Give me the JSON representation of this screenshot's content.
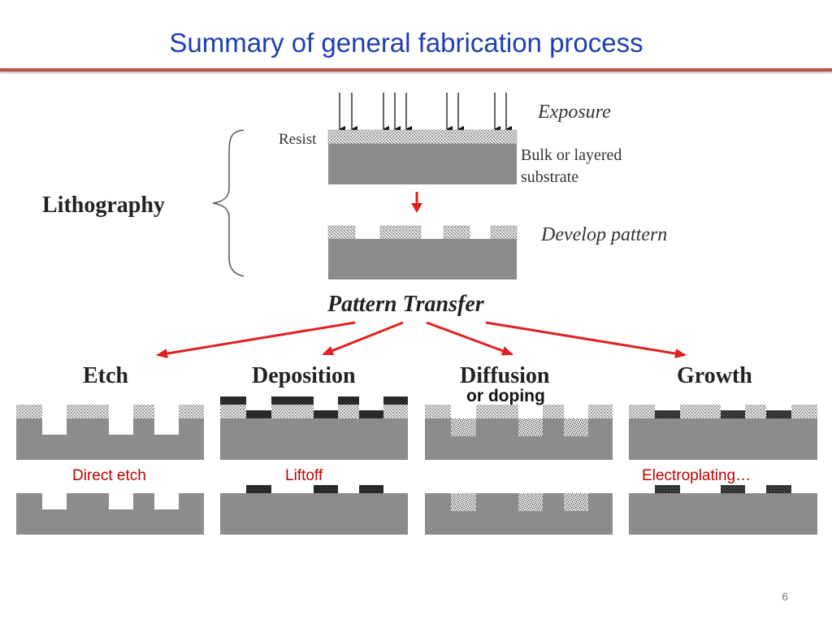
{
  "title": "Summary of general fabrication process",
  "lithography": {
    "label": "Lithography",
    "resist_label": "Resist",
    "exposure_label": "Exposure",
    "substrate_label_line1": "Bulk or layered",
    "substrate_label_line2": "substrate",
    "develop_label": "Develop pattern"
  },
  "pattern_transfer_label": "Pattern Transfer",
  "processes": [
    {
      "name": "Etch",
      "sub": "",
      "example": "Direct etch"
    },
    {
      "name": "Deposition",
      "sub": "",
      "example": "Liftoff"
    },
    {
      "name": "Diffusion",
      "sub": "or doping",
      "example": ""
    },
    {
      "name": "Growth",
      "sub": "",
      "example": "Electroplating…"
    }
  ],
  "page_number": "6",
  "colors": {
    "title": "#1f3fb0",
    "rule": "#c0504d",
    "substrate": "#8c8c8c",
    "arrow_red": "#e02020",
    "example_text": "#c00000",
    "dark_material": "#2a2a2a"
  }
}
